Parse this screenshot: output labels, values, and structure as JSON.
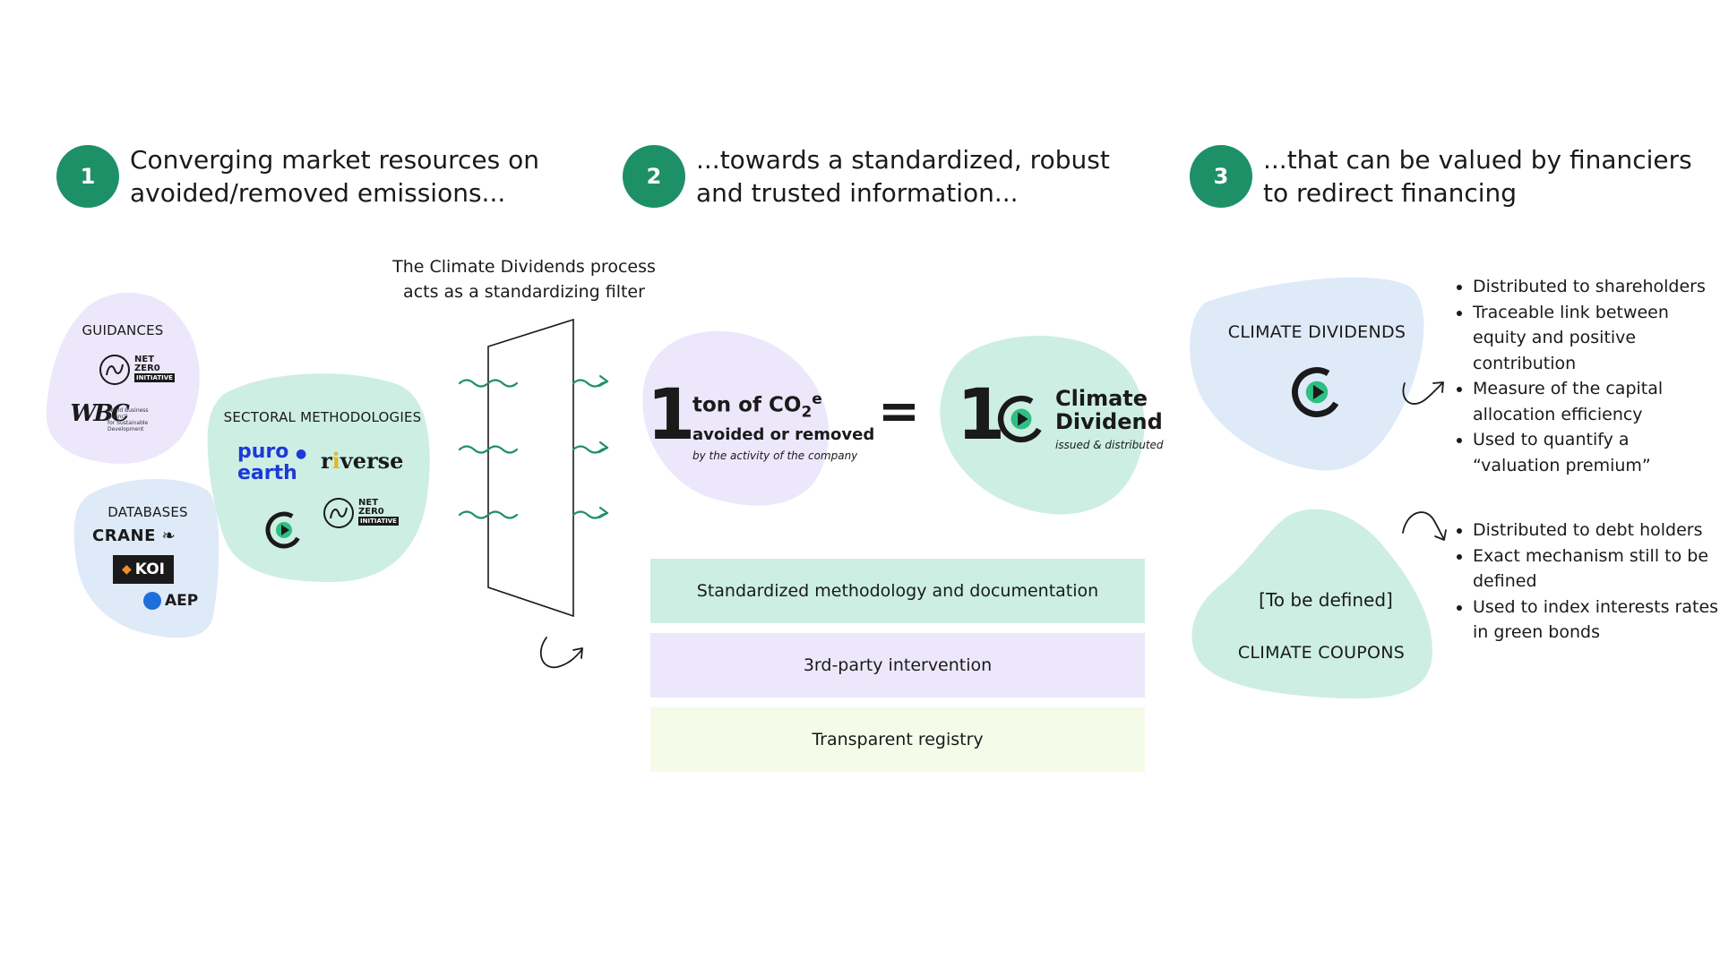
{
  "steps": [
    {
      "number": "1",
      "title": "Converging market resources on\navoided/removed emissions..."
    },
    {
      "number": "2",
      "title": "...towards a standardized, robust\nand trusted information..."
    },
    {
      "number": "3",
      "title": "...that can be valued by financiers\nto redirect financing"
    }
  ],
  "colors": {
    "accent_green": "#1e9068",
    "lavender": "#ece7fb",
    "mint": "#cdeee3",
    "light_blue": "#dfeaf8",
    "pale_yellow": "#f5fbe9"
  },
  "left": {
    "guidances": {
      "label": "GUIDANCES",
      "logos": [
        "NET",
        "ZER0",
        "INITIATIVE",
        "World Business",
        "Council",
        "for Sustainable",
        "Development"
      ]
    },
    "databases": {
      "label": "DATABASES",
      "logos": [
        "CRANE",
        "KOI",
        "AEP"
      ]
    },
    "sectoral": {
      "label": "SECTORAL METHODOLOGIES",
      "logos": [
        "puro",
        "earth",
        "r",
        "i",
        "verse",
        "NET",
        "ZER0",
        "INITIATIVE"
      ]
    }
  },
  "filter": {
    "caption_line1": "The Climate Dividends process",
    "caption_line2": "acts as a standardizing filter"
  },
  "equation": {
    "number": "1",
    "ton_text": "ton of CO",
    "sub": "2",
    "suffix": "e",
    "line2": "avoided or removed",
    "line3": "by the activity of the company",
    "equals": "=",
    "number2": "1",
    "cd_line1": "Climate",
    "cd_line2": "Dividend",
    "cd_line3": "issued & distributed"
  },
  "bars": [
    {
      "label": "Standardized methodology and documentation",
      "color": "#cdeee3"
    },
    {
      "label": "3rd-party intervention",
      "color": "#ece7fb"
    },
    {
      "label": "Transparent registry",
      "color": "#f5fbe9"
    }
  ],
  "right": {
    "dividends": {
      "label": "CLIMATE DIVIDENDS",
      "bullets": [
        "Distributed to shareholders",
        "Traceable link between equity and positive contribution",
        "Measure of the capital allocation efficiency",
        "Used to quantify a “valuation premium”"
      ]
    },
    "coupons": {
      "note": "[To be defined]",
      "label": "CLIMATE COUPONS",
      "bullets": [
        "Distributed to debt holders",
        "Exact mechanism still to be defined",
        "Used to index interests rates in green bonds"
      ]
    }
  }
}
